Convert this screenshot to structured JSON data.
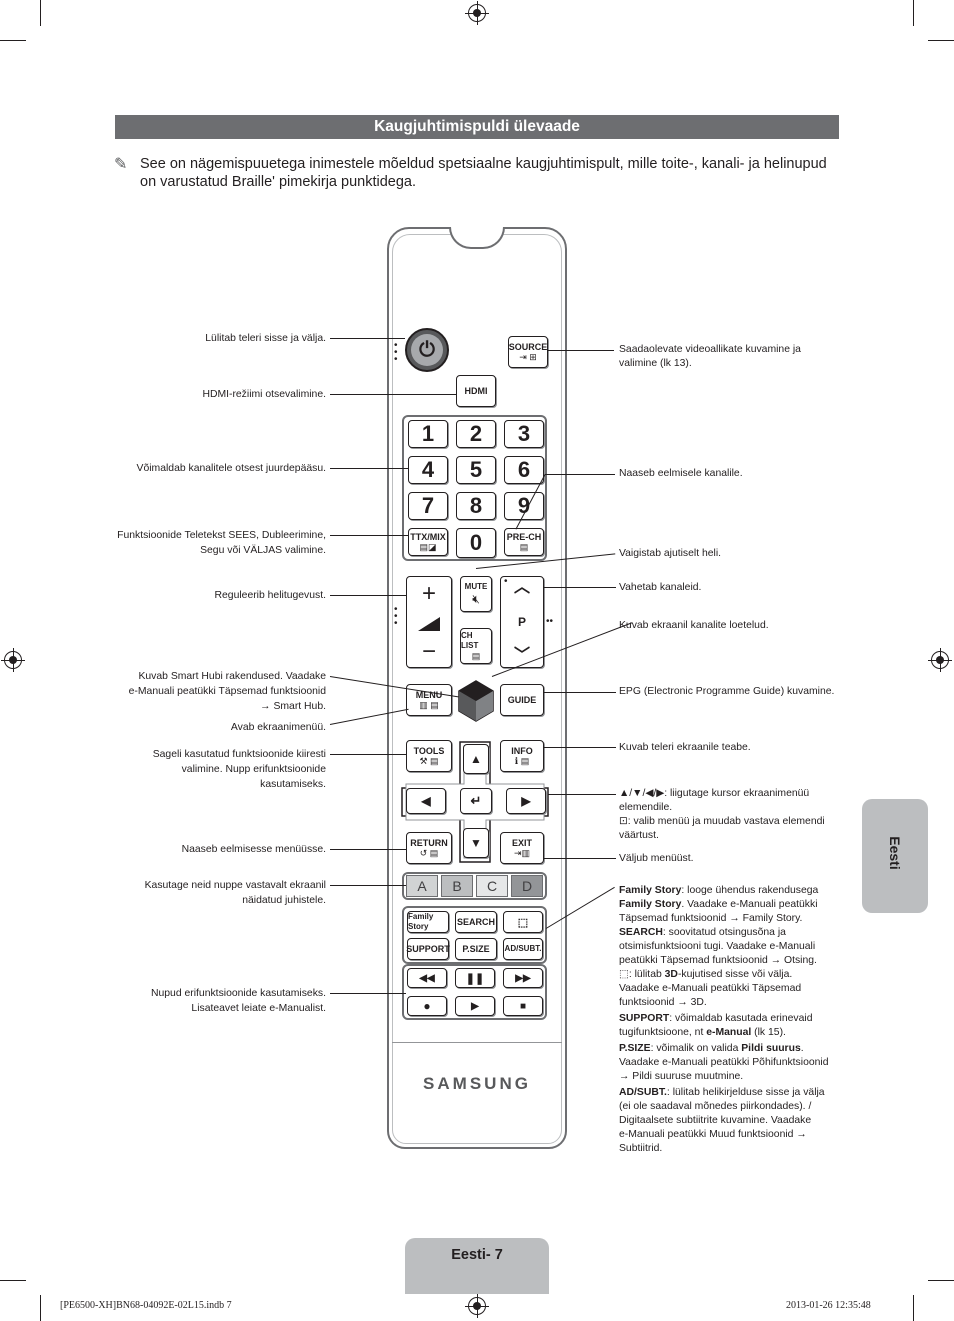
{
  "title": "Kaugjuhtimispuldi ülevaade",
  "note_icon": "pencil-note-icon",
  "note": "See on nägemispuuetega inimestele mõeldud spetsiaalne kaugjuhtimispult, mille toite-, kanali- ja helinupud on varustatud Braille' pimekirja punktidega.",
  "remote": {
    "brand": "SAMSUNG",
    "source": "SOURCE",
    "hdmi": "HDMI",
    "digits": [
      "1",
      "2",
      "3",
      "4",
      "5",
      "6",
      "7",
      "8",
      "9",
      "0"
    ],
    "ttx": "TTX/MIX",
    "prech": "PRE-CH",
    "mute": "MUTE",
    "p": "P",
    "chlist": "CH LIST",
    "menu": "MENU",
    "guide": "GUIDE",
    "tools": "TOOLS",
    "info": "INFO",
    "return": "RETURN",
    "exit": "EXIT",
    "colors": [
      "A",
      "B",
      "C",
      "D"
    ],
    "family_story": "Family Story",
    "search": "SEARCH",
    "support": "SUPPORT",
    "psize": "P.SIZE",
    "adsubt": "AD/SUBT."
  },
  "left_labels": {
    "power": "Lülitab teleri sisse ja välja.",
    "hdmi": "HDMI-režiimi otsevalimine.",
    "digits": "Võimaldab kanalitele otsest juurdepääsu.",
    "ttx_1": "Funktsioonide Teletekst SEES, Dubleerimine,",
    "ttx_2": "Segu või VÄLJAS valimine.",
    "volume": "Reguleerib helitugevust.",
    "hub_1": "Kuvab Smart Hubi rakendused. Vaadake",
    "hub_2": "e-Manuali peatükki Täpsemad funktsioonid",
    "hub_3": "→ Smart Hub.",
    "menu": "Avab ekraanimenüü.",
    "tools_1": "Sageli kasutatud funktsioonide kiiresti",
    "tools_2": "valimine. Nupp erifunktsioonide",
    "tools_3": "kasutamiseks.",
    "return": "Naaseb eelmisesse menüüsse.",
    "colors_1": "Kasutage neid nuppe vastavalt ekraanil",
    "colors_2": "näidatud juhistele.",
    "media_1": "Nupud erifunktsioonide kasutamiseks.",
    "media_2": "Lisateavet leiate e-Manualist."
  },
  "right_labels": {
    "source_1": "Saadaolevate videoallikate kuvamine ja",
    "source_2": "valimine (lk 13).",
    "prech": "Naaseb eelmisele kanalile.",
    "mute": "Vaigistab ajutiselt heli.",
    "channel": "Vahetab kanaleid.",
    "chlist": "Kuvab ekraanil kanalite loetelud.",
    "guide": "EPG (Electronic Programme Guide) kuvamine.",
    "info": "Kuvab teleri ekraanile teabe.",
    "nav_1": "▲/▼/◀/▶: liigutage kursor ekraanimenüü",
    "nav_2": "elemendile.",
    "enter_1": ": valib menüü ja muudab vastava elemendi",
    "enter_2": "väärtust.",
    "exit": "Väljub menüüst.",
    "fs_1": "Family Story",
    "fs_2": ": looge ühendus rakendusega",
    "fs_3": "Family Story",
    "fs_4": ". Vaadake e-Manuali peatükki",
    "fs_5": "Täpsemad funktsioonid → Family Story.",
    "search_1": "SEARCH",
    "search_2": ": soovitatud otsingusõna ja",
    "search_3": "otsimisfunktsiooni tugi. Vaadake e-Manuali",
    "search_4": "peatükki Täpsemad funktsioonid → Otsing.",
    "threed_1": ": lülitab ",
    "threed_2": "3D",
    "threed_3": "-kujutised sisse või välja.",
    "threed_4": "Vaadake e-Manuali peatükki Täpsemad",
    "threed_5": "funktsioonid → 3D.",
    "support_1": "SUPPORT",
    "support_2": ": võimaldab kasutada erinevaid",
    "support_3": "tugifunktsioone, nt ",
    "support_4": "e-Manual",
    "support_5": " (lk 15).",
    "psize_1": "P.SIZE",
    "psize_2": ": võimalik on valida ",
    "psize_3": "Pildi suurus",
    "psize_4": ".",
    "psize_5": "Vaadake e-Manuali peatükki Põhifunktsioonid",
    "psize_6": "→ Pildi suuruse muutmine.",
    "ad_1": "AD/SUBT.",
    "ad_2": ": lülitab helikirjelduse sisse ja välja",
    "ad_3": "(ei ole saadaval mõnedes piirkondades). /",
    "ad_4": "Digitaalsete subtiitrite kuvamine. Vaadake",
    "ad_5": "e-Manuali peatükki Muud funktsioonid →",
    "ad_6": "Subtiitrid."
  },
  "side_tab": "Eesti",
  "page_num": "Eesti- 7",
  "footer_left": "[PE6500-XH]BN68-04092E-02L15.indb   7",
  "footer_right": "2013-01-26   12:35:48"
}
